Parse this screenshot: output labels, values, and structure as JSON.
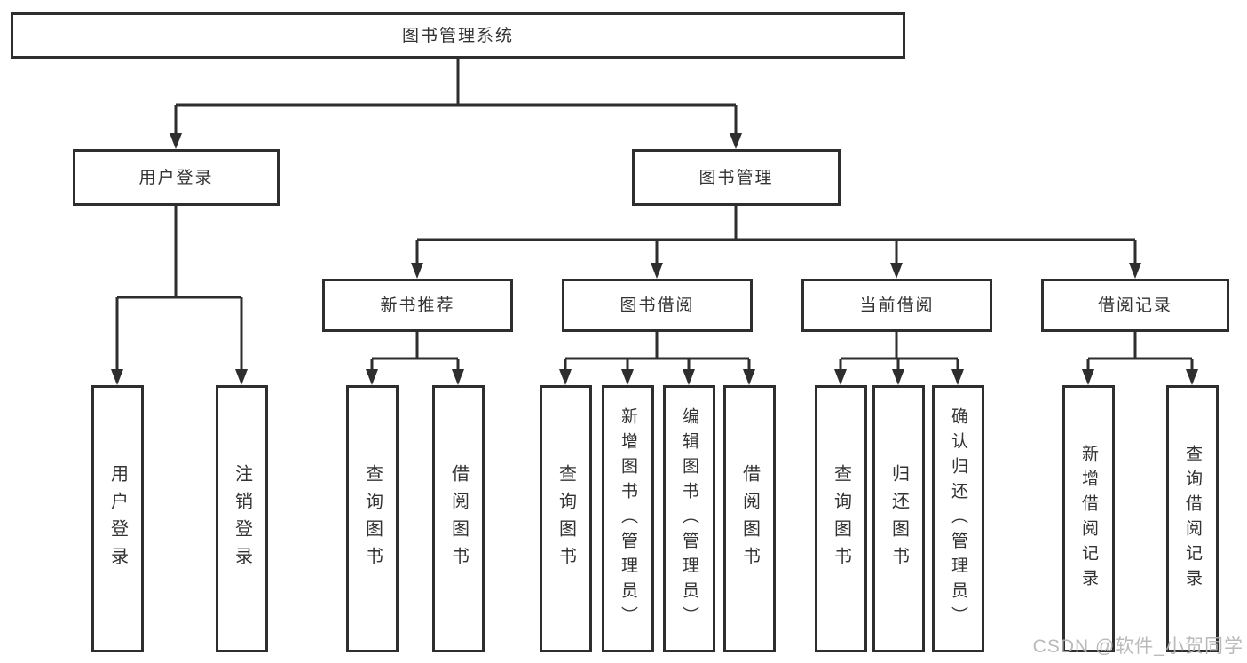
{
  "watermark": "CSDN @软件_小贺同学",
  "colors": {
    "line": "#2e2e2e",
    "box_border": "#2e2e2e",
    "text": "#333333",
    "watermark": "#b3b3b3",
    "background": "#ffffff"
  },
  "diagram": {
    "root": {
      "label": "图书管理系统"
    },
    "branches": [
      {
        "label": "用户登录",
        "children": [
          {
            "label": "用户登录"
          },
          {
            "label": "注销登录"
          }
        ]
      },
      {
        "label": "图书管理",
        "children": [
          {
            "label": "新书推荐",
            "children": [
              {
                "label": "查询图书"
              },
              {
                "label": "借阅图书"
              }
            ]
          },
          {
            "label": "图书借阅",
            "children": [
              {
                "label": "查询图书"
              },
              {
                "label": "新增图书（管理员）"
              },
              {
                "label": "编辑图书（管理员）"
              },
              {
                "label": "借阅图书"
              }
            ]
          },
          {
            "label": "当前借阅",
            "children": [
              {
                "label": "查询图书"
              },
              {
                "label": "归还图书"
              },
              {
                "label": "确认归还（管理员）"
              }
            ]
          },
          {
            "label": "借阅记录",
            "children": [
              {
                "label": "新增借阅记录"
              },
              {
                "label": "查询借阅记录"
              }
            ]
          }
        ]
      }
    ]
  }
}
